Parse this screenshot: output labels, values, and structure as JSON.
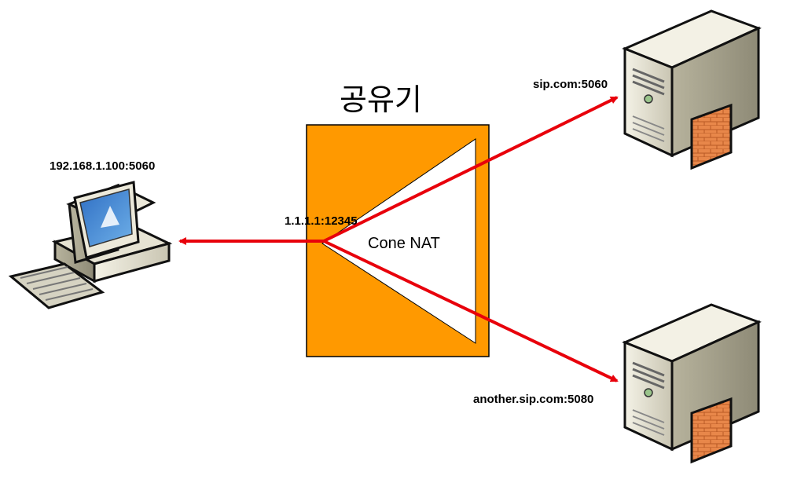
{
  "router": {
    "title": "공유기",
    "nat_type": "Cone NAT",
    "public_endpoint": "1.1.1.1:12345",
    "fill_color": "#FF9900"
  },
  "client": {
    "endpoint": "192.168.1.100:5060",
    "icon": "desktop-computer-icon"
  },
  "servers": [
    {
      "endpoint": "sip.com:5060",
      "icon": "server-firewall-icon"
    },
    {
      "endpoint": "another.sip.com:5080",
      "icon": "server-firewall-icon"
    }
  ],
  "colors": {
    "arrow": "#E8000B",
    "brick": "#E8874A"
  }
}
